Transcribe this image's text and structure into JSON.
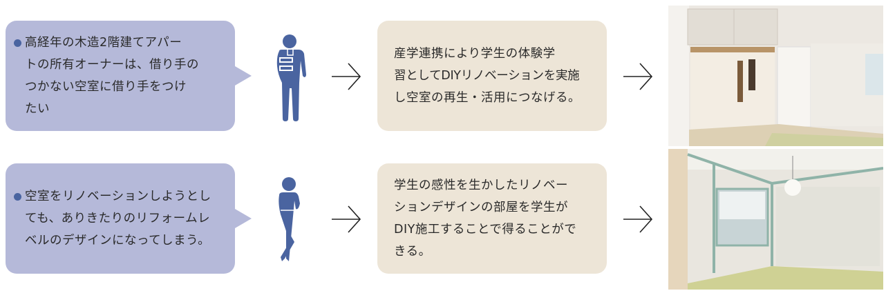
{
  "colors": {
    "problem_bg": "#b5b9d9",
    "figure": "#4a64a0",
    "solution_bg": "#ede5d7"
  },
  "rows": [
    {
      "problem_lines": [
        "高経年の木造2階建てアパー",
        "トの所有オーナーは、借り手の",
        "つかない空室に借り手をつけ",
        "たい"
      ],
      "solution_lines": [
        "産学連携により学生の体験学",
        "習としてDIYリノベーションを実施",
        "し空室の再生・活用につなげる。"
      ],
      "figure_icon": "person-holding-book-icon",
      "photo": "closet-room-photo"
    },
    {
      "problem_lines": [
        "空室をリノベーションしようとし",
        "ても、ありきたりのリフォームレ",
        "ベルのデザインになってしまう。"
      ],
      "solution_lines": [
        "学生の感性を生かしたリノベー",
        "ションデザインの部屋を学生が",
        "DIY施工することで得ることがで",
        "きる。"
      ],
      "figure_icon": "person-thinking-icon",
      "photo": "tatami-room-photo"
    }
  ]
}
